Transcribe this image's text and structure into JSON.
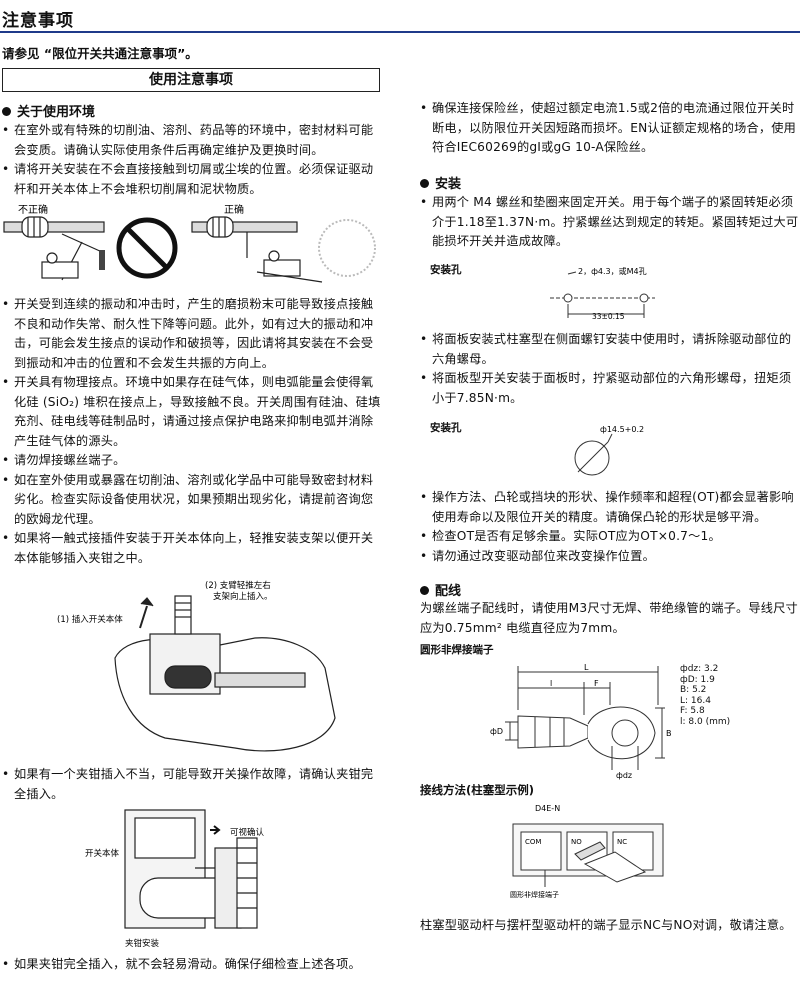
{
  "header": {
    "title": "注意事项",
    "intro": "请参见 “限位开关共通注意事项”。",
    "box_heading": "使用注意事项"
  },
  "left": {
    "env_heading": "关于使用环境",
    "env_bullets": [
      "在室外或有特殊的切削油、溶剂、药品等的环境中，密封材料可能会变质。请确认实际使用条件后再确定维护及更换时间。",
      "请将开关安装在不会直接接触到切屑或尘埃的位置。必须保证驱动杆和开关本体上不会堆积切削屑和泥状物质。"
    ],
    "fig1": {
      "wrong_label": "不正确",
      "right_label": "正确"
    },
    "mid_bullets": [
      "开关受到连续的振动和冲击时，产生的磨损粉末可能导致接点接触不良和动作失常、耐久性下降等问题。此外，如有过大的振动和冲击，可能会发生接点的误动作和破损等，因此请将其安装在不会受到振动和冲击的位置和不会发生共振的方向上。",
      "开关具有物理接点。环境中如果存在硅气体，则电弧能量会使得氧化硅 (SiO₂) 堆积在接点上，导致接触不良。开关周围有硅油、硅填充剂、硅电线等硅制品时，请通过接点保护电路来抑制电弧并消除产生硅气体的源头。",
      "请勿焊接螺丝端子。",
      "如在室外使用或暴露在切削油、溶剂或化学品中可能导致密封材料劣化。检查实际设备使用状况，如果预期出现劣化，请提前咨询您的欧姆龙代理。",
      "如果将一触式接插件安装于开关本体向上，轻推安装支架以便开关本体能够插入夹钳之中。"
    ],
    "fig2": {
      "label1": "(1) 插入开关本体",
      "label2a": "(2) 支臂轻推左右",
      "label2b": "支架向上插入。"
    },
    "bullet_after_fig2": "如果有一个夹钳插入不当，可能导致开关操作故障，请确认夹钳完全插入。",
    "fig3": {
      "visual": "可视确认",
      "body": "开关本体",
      "clamp": "夹钳安装"
    },
    "bullet_last": "如果夹钳完全插入，就不会轻易滑动。确保仔细检查上述各项。"
  },
  "right": {
    "fuse_bullet": "确保连接保险丝，使超过额定电流1.5或2倍的电流通过限位开关时断电，以防限位开关因短路而损坏。EN认证额定规格的场合，使用符合IEC60269的gI或gG 10-A保险丝。",
    "install_heading": "安装",
    "install_bullet": "用两个 M4 螺丝和垫圈来固定开关。用于每个端子的紧固转矩必须介于1.18至1.37N·m。拧紧螺丝达到规定的转矩。紧固转矩过大可能损坏开关并造成故障。",
    "hole1": {
      "title": "安装孔",
      "note": "2，ф4.3，或M4孔",
      "dim": "33±0.15"
    },
    "panel_bullets": [
      "将面板安装式柱塞型在侧面螺钉安装中使用时，请拆除驱动部位的六角螺母。",
      "将面板型开关安装于面板时，拧紧驱动部位的六角形螺母，扭矩须小于7.85N·m。"
    ],
    "hole2": {
      "title": "安装孔",
      "dim": "ф14.5+0.2"
    },
    "op_bullets": [
      "操作方法、凸轮或挡块的形状、操作频率和超程(OT)都会显著影响使用寿命以及限位开关的精度。请确保凸轮的形状是够平滑。",
      "检查OT是否有足够余量。实际OT应为OT×0.7〜1。",
      "请勿通过改变驱动部位来改变操作位置。"
    ],
    "wiring_heading": "配线",
    "wiring_text": "为螺丝端子配线时，请使用M3尺寸无焊、带绝缘管的端子。导线尺寸应为0.75mm² 电缆直径应为7mm。",
    "terminal": {
      "title": "圆形非焊接端子",
      "labels": [
        "L",
        "l",
        "F",
        "фD",
        "фdz",
        "B"
      ],
      "specs": [
        "фdz: 3.2",
        "фD: 1.9",
        "B: 5.2",
        "L: 16.4",
        "F: 5.8",
        "l: 8.0 (mm)"
      ]
    },
    "conn": {
      "title": "接线方法(柱塞型示例)",
      "model": "D4E-N",
      "com": "COM",
      "no": "NO",
      "nc": "NC",
      "caption": "圆形非焊接端子"
    },
    "final_text": "柱塞型驱动杆与摆杆型驱动杆的端子显示NC与NO对调，敬请注意。"
  }
}
